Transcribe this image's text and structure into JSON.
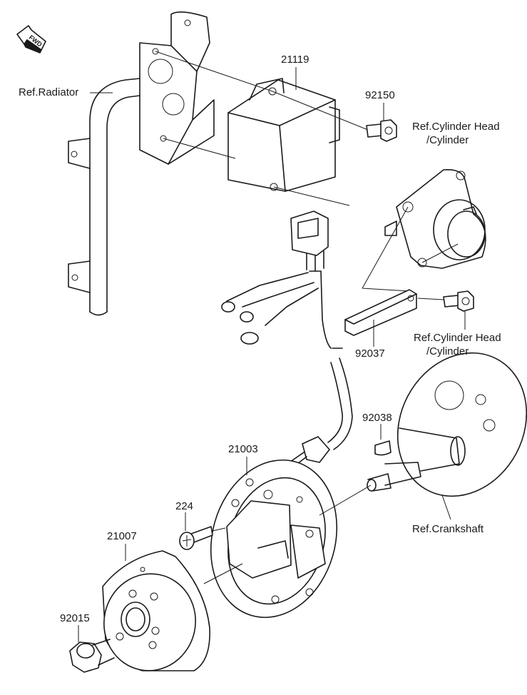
{
  "fwd_badge": "FWD",
  "labels": {
    "ref_radiator": "Ref.Radiator",
    "p21119": "21119",
    "p92150": "92150",
    "ref_cyl_head_top_1": "Ref.Cylinder Head",
    "ref_cyl_head_top_2": "/Cylinder",
    "p92037": "92037",
    "ref_cyl_head_mid_1": "Ref.Cylinder Head",
    "ref_cyl_head_mid_2": "/Cylinder",
    "p92038": "92038",
    "p21003": "21003",
    "p224": "224",
    "p21007": "21007",
    "p92015": "92015",
    "ref_crankshaft": "Ref.Crankshaft"
  },
  "icons": {
    "fwd": "fwd-arrow-icon"
  }
}
